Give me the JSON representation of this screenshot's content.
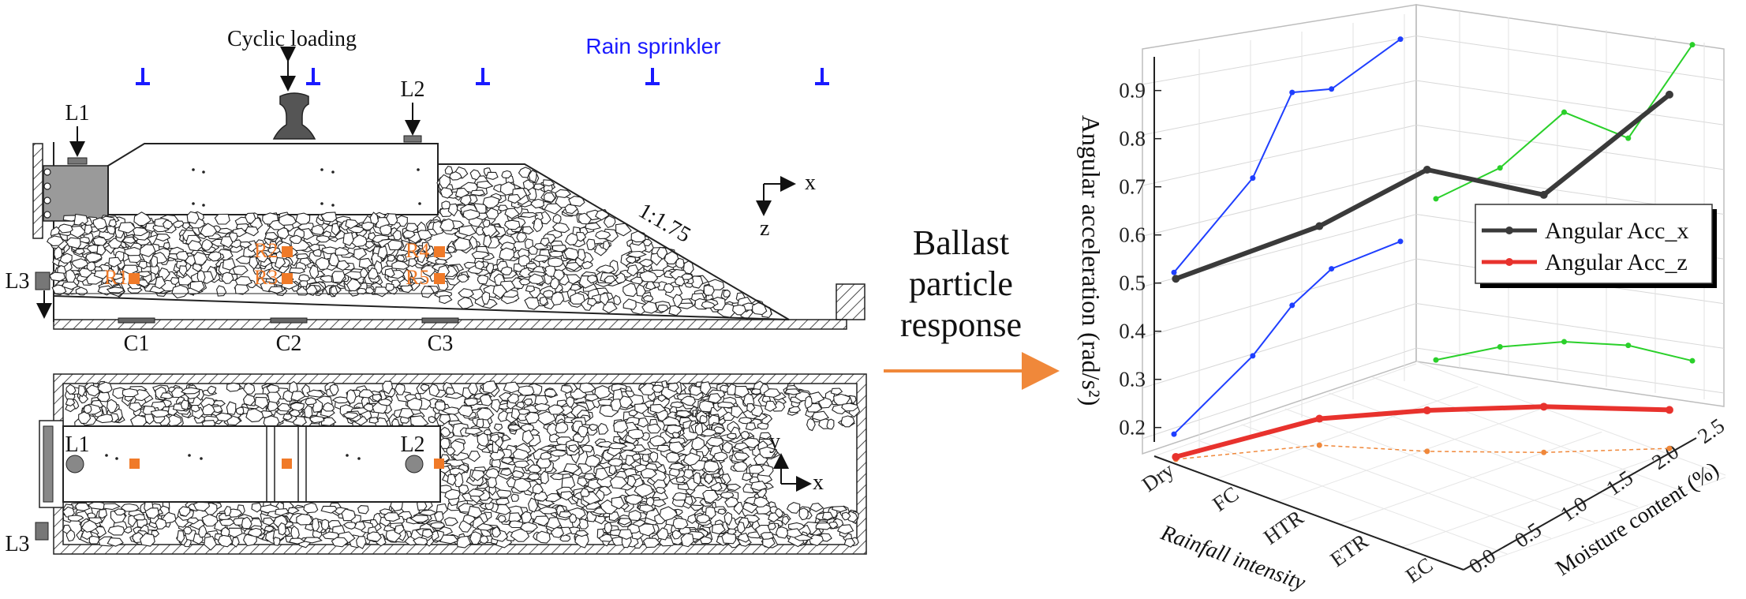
{
  "diagram": {
    "cyclic_loading_label": "Cyclic loading",
    "rain_sprinkler_label": "Rain sprinkler",
    "slope_label": "1:1.75",
    "axis_x_label": "x",
    "axis_y_label": "y",
    "axis_z_label": "z",
    "sensors_lvdt": [
      "L1",
      "L2",
      "L3"
    ],
    "sensors_rot": [
      "R1",
      "R2",
      "R3",
      "R4",
      "R5"
    ],
    "pressure_cells": [
      "C1",
      "C2",
      "C3"
    ],
    "center_text": [
      "Ballast",
      "particle",
      "response"
    ],
    "colors": {
      "sprinkler": "#1a1aff",
      "sensor": "#f07a28",
      "arrow": "#f0883a"
    }
  },
  "chart_data": {
    "type": "line",
    "xlabel": "Rainfall intensity",
    "ylabel": "Moisture content (%)",
    "zlabel": "Angular acceleration (rad/s²)",
    "x_categories": [
      "Dry",
      "FC",
      "HTR",
      "ETR",
      "EC"
    ],
    "y_ticks": [
      "0.0",
      "0.5",
      "1.0",
      "1.5",
      "2.0",
      "2.5"
    ],
    "z_ticks": [
      "0.2",
      "0.3",
      "0.4",
      "0.5",
      "0.6",
      "0.7",
      "0.8",
      "0.9"
    ],
    "zlim": [
      0.17,
      0.97
    ],
    "ylim": [
      0,
      2.5
    ],
    "legend_position": "right",
    "series": [
      {
        "name": "Angular Acc_x",
        "color": "#3a3a3a",
        "points": [
          [
            0,
            0.0,
            0.55
          ],
          [
            1,
            0.8,
            0.63
          ],
          [
            2,
            1.2,
            0.76
          ],
          [
            3,
            1.7,
            0.71
          ],
          [
            4,
            2.3,
            0.91
          ]
        ]
      },
      {
        "name": "Angular Acc_z",
        "color": "#e8322d",
        "points": [
          [
            0,
            0.0,
            0.18
          ],
          [
            1,
            0.8,
            0.23
          ],
          [
            2,
            1.2,
            0.26
          ],
          [
            3,
            1.7,
            0.27
          ],
          [
            4,
            2.3,
            0.255
          ]
        ]
      }
    ],
    "projections": [
      {
        "plane": "back",
        "color": "#1f3fff",
        "of": "Angular Acc_x",
        "points": [
          [
            0,
            0.55
          ],
          [
            0.8,
            0.72
          ],
          [
            1.2,
            0.9
          ],
          [
            1.6,
            0.89
          ],
          [
            2.3,
            0.98
          ]
        ]
      },
      {
        "plane": "back",
        "color": "#1f3fff",
        "of": "Angular Acc_z",
        "points": [
          [
            0,
            0.19
          ],
          [
            0.8,
            0.31
          ],
          [
            1.2,
            0.4
          ],
          [
            1.6,
            0.46
          ],
          [
            2.3,
            0.48
          ]
        ]
      },
      {
        "plane": "side",
        "color": "#2ad02a",
        "of": "Angular Acc_x",
        "points": [
          [
            0,
            0.55
          ],
          [
            1,
            0.63
          ],
          [
            2,
            0.76
          ],
          [
            3,
            0.71
          ],
          [
            4,
            0.91
          ]
        ]
      },
      {
        "plane": "side",
        "color": "#2ad02a",
        "of": "Angular Acc_z",
        "points": [
          [
            0,
            0.18
          ],
          [
            1,
            0.23
          ],
          [
            2,
            0.26
          ],
          [
            3,
            0.27
          ],
          [
            4,
            0.255
          ]
        ]
      },
      {
        "plane": "floor",
        "color": "#f0883a",
        "of": "Angular Acc_z",
        "points": [
          [
            0,
            0.0
          ],
          [
            1,
            0.8
          ],
          [
            2,
            1.2
          ],
          [
            3,
            1.7
          ],
          [
            4,
            2.3
          ]
        ]
      }
    ]
  }
}
